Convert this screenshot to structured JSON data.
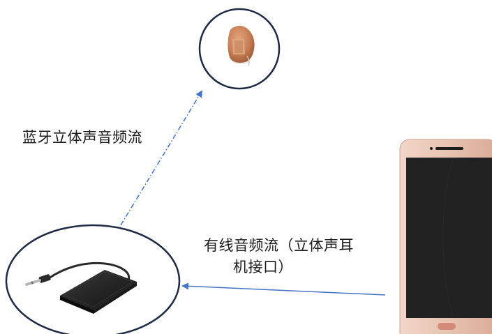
{
  "labels": {
    "bluetooth_stream": "蓝牙立体声音频流",
    "wired_stream_line1": "有线音频流（立体声耳",
    "wired_stream_line2": "机接口）"
  },
  "nodes": {
    "hearing_aid": {
      "icon": "in-ear-hearing-aid-icon",
      "shell_color": "#c88456"
    },
    "transmitter": {
      "icon": "bluetooth-transmitter-with-3.5mm-jack-icon",
      "body_color": "#1c1c1c"
    },
    "phone": {
      "icon": "smartphone-icon",
      "frame_color": "#e9c7b6",
      "screen_color": "#202020"
    }
  },
  "connections": {
    "bluetooth_arrow_color": "#4472c4",
    "wired_arrow_color": "#4472c4",
    "ring_color": "#1f2a44"
  }
}
